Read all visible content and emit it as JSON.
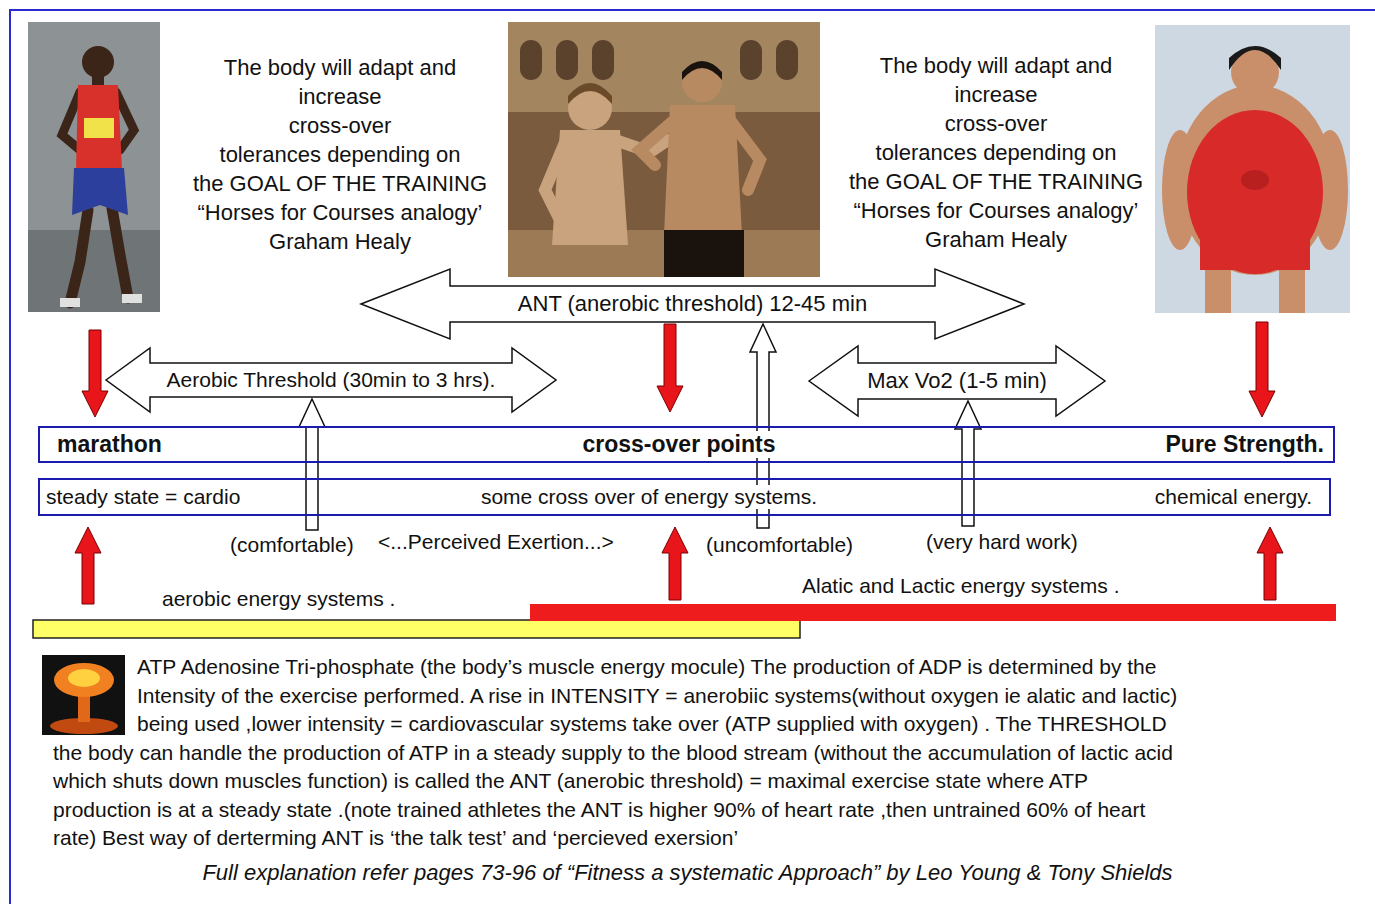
{
  "diagram": {
    "caption": "Full explanation refer pages 73-96 of “Fitness a systematic Approach” by Leo Young & Tony Shields",
    "nodes": [
      {
        "text": [
          "ANT (anerobic threshold) 12-45 min"
        ]
      },
      {
        "text": [
          "Aerobic Threshold (30min to 3 hrs)."
        ]
      },
      {
        "text": [
          "Max Vo2 (1-5 min)"
        ]
      },
      {
        "text": [
          "marathon",
          "cross-over points",
          "Pure Strength."
        ]
      },
      {
        "text": [
          "steady state = cardio",
          "some cross over of energy systems.",
          "chemical energy."
        ]
      }
    ],
    "labels": [
      "The body will adapt and increase cross-over tolerances depending on the GOAL OF THE TRAINING “Horses for Courses analogy’ Graham Healy",
      "The body will adapt and increase cross-over tolerances depending on the GOAL OF THE TRAINING “Horses for Courses analogy’ Graham Healy",
      "(comfortable)",
      "<...Perceived Exertion...>",
      "(uncomfortable)",
      "(very hard work)",
      "aerobic energy systems .",
      "Alatic and Lactic energy systems .",
      "ATP Adenosine Tri-phosphate (the body’s muscle energy mocule) The production of ADP is determined by the Intensity of the exercise performed. A rise in INTENSITY = anerobiic systems(without oxygen ie alatic and lactic) being used ,lower intensity = cardiovascular systems take over (ATP supplied with oxygen) . The THRESHOLD the body can handle the production of ATP in a steady supply to the blood stream (without the accumulation of lactic acid which shuts down muscles function) is called the ANT (anerobic threshold) = maximal exercise state where ATP production is at a steady state .(note trained athletes the ANT is higher 90% of heart rate ,then untrained 60% of heart rate) Best way of derterming ANT is ‘the talk test’ and ‘percieved exersion’"
    ]
  }
}
